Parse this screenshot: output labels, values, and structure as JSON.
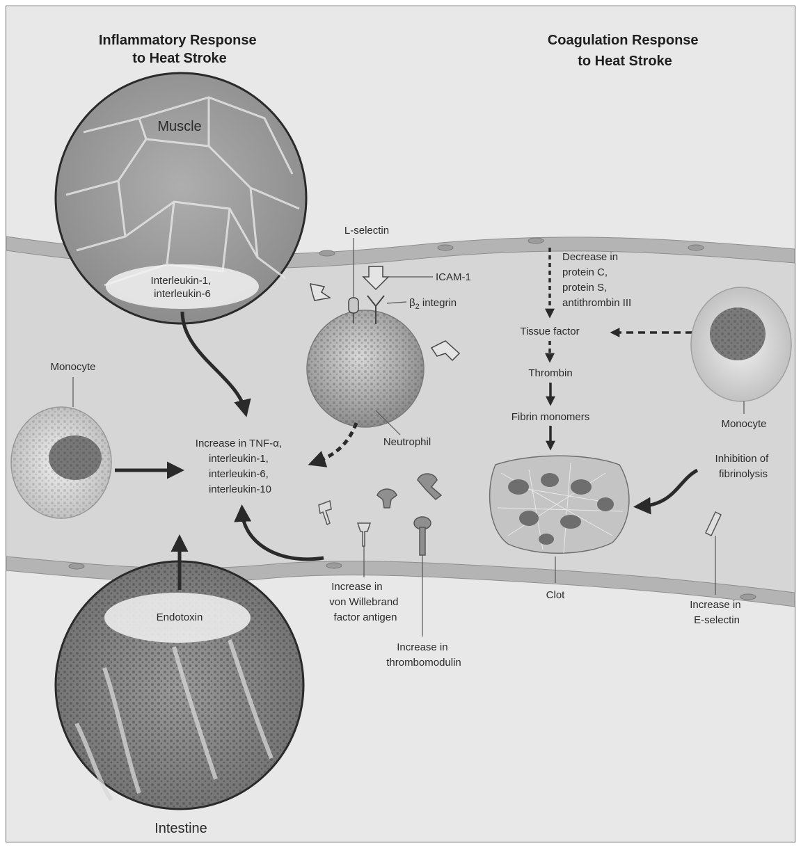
{
  "titles": {
    "left": [
      "Inflammatory Response",
      "to Heat Stroke"
    ],
    "right": [
      "Coagulation Response",
      "to Heat Stroke"
    ]
  },
  "labels": {
    "muscle": "Muscle",
    "muscle_il": [
      "Interleukin-1,",
      "interleukin-6"
    ],
    "intestine": "Intestine",
    "endotoxin": "Endotoxin",
    "monocyte_left": "Monocyte",
    "monocyte_right": "Monocyte",
    "l_selectin": "L-selectin",
    "icam": "ICAM-1",
    "b2_beta": "β",
    "b2_sub": "2",
    "b2_text": " integrin",
    "neutrophil": "Neutrophil",
    "increase_center": [
      "Increase in TNF-α,",
      "interleukin-1,",
      "interleukin-6,",
      "interleukin-10"
    ],
    "decrease": [
      "Decrease in",
      "protein C,",
      "protein S,",
      "antithrombin III"
    ],
    "tissue_factor": "Tissue factor",
    "thrombin": "Thrombin",
    "fibrin": "Fibrin monomers",
    "inhibition": [
      "Inhibition of",
      "fibrinolysis"
    ],
    "clot": "Clot",
    "vwf": [
      "Increase in",
      "von Willebrand",
      "factor antigen"
    ],
    "thrombomodulin": [
      "Increase in",
      "thrombomodulin"
    ],
    "eselectin": [
      "Increase in",
      "E-selectin"
    ]
  },
  "colors": {
    "vessel_wall": "#b4b4b4",
    "lumen": "#d6d6d6",
    "background": "#e8e8e8",
    "arrow": "#2a2a2a"
  }
}
